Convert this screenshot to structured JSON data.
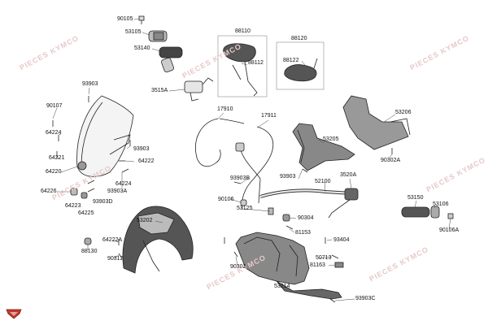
{
  "diagram": {
    "part_labels": [
      "90105",
      "53105",
      "53140",
      "3515A",
      "88110",
      "88112",
      "88120",
      "88122",
      "93903",
      "90107",
      "64224",
      "64221",
      "64220",
      "64226",
      "64223",
      "64225",
      "93903D",
      "93903A",
      "93903",
      "64222",
      "64224",
      "17910",
      "17911",
      "53206",
      "53205",
      "90302A",
      "93903B",
      "90106",
      "53125",
      "93903",
      "52100",
      "3520A",
      "53150",
      "53106",
      "90106A",
      "90304",
      "81153",
      "93404",
      "50713",
      "81163",
      "53214",
      "93903C",
      "53202",
      "64222A",
      "90312",
      "88130",
      "90302"
    ],
    "watermark": "PIECES KYMCO"
  }
}
